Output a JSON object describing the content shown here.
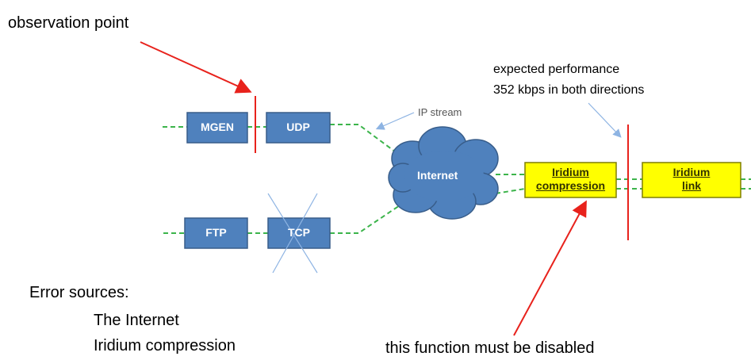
{
  "labels": {
    "observation_point": "observation point",
    "expected_line1": "expected performance",
    "expected_line2": "352 kbps in both directions",
    "ip_stream": "IP stream",
    "error_sources_title": "Error sources:",
    "error_source_1": "The Internet",
    "error_source_2": "Iridium compression",
    "disabled_note": "this function must be disabled"
  },
  "nodes": {
    "mgen": "MGEN",
    "udp": "UDP",
    "ftp": "FTP",
    "tcp": "TCP",
    "internet": "Internet",
    "iridium_compression_line1": "Iridium",
    "iridium_compression_line2": "compression",
    "iridium_link_line1": "Iridium",
    "iridium_link_line2": "link"
  },
  "colors": {
    "blue_box": "#4f81bd",
    "cloud": "#4f81bd",
    "yellow_box": "#ffff00",
    "link_line": "#3cb44b",
    "red": "#e8221c",
    "pointer": "#8eb4e3"
  }
}
